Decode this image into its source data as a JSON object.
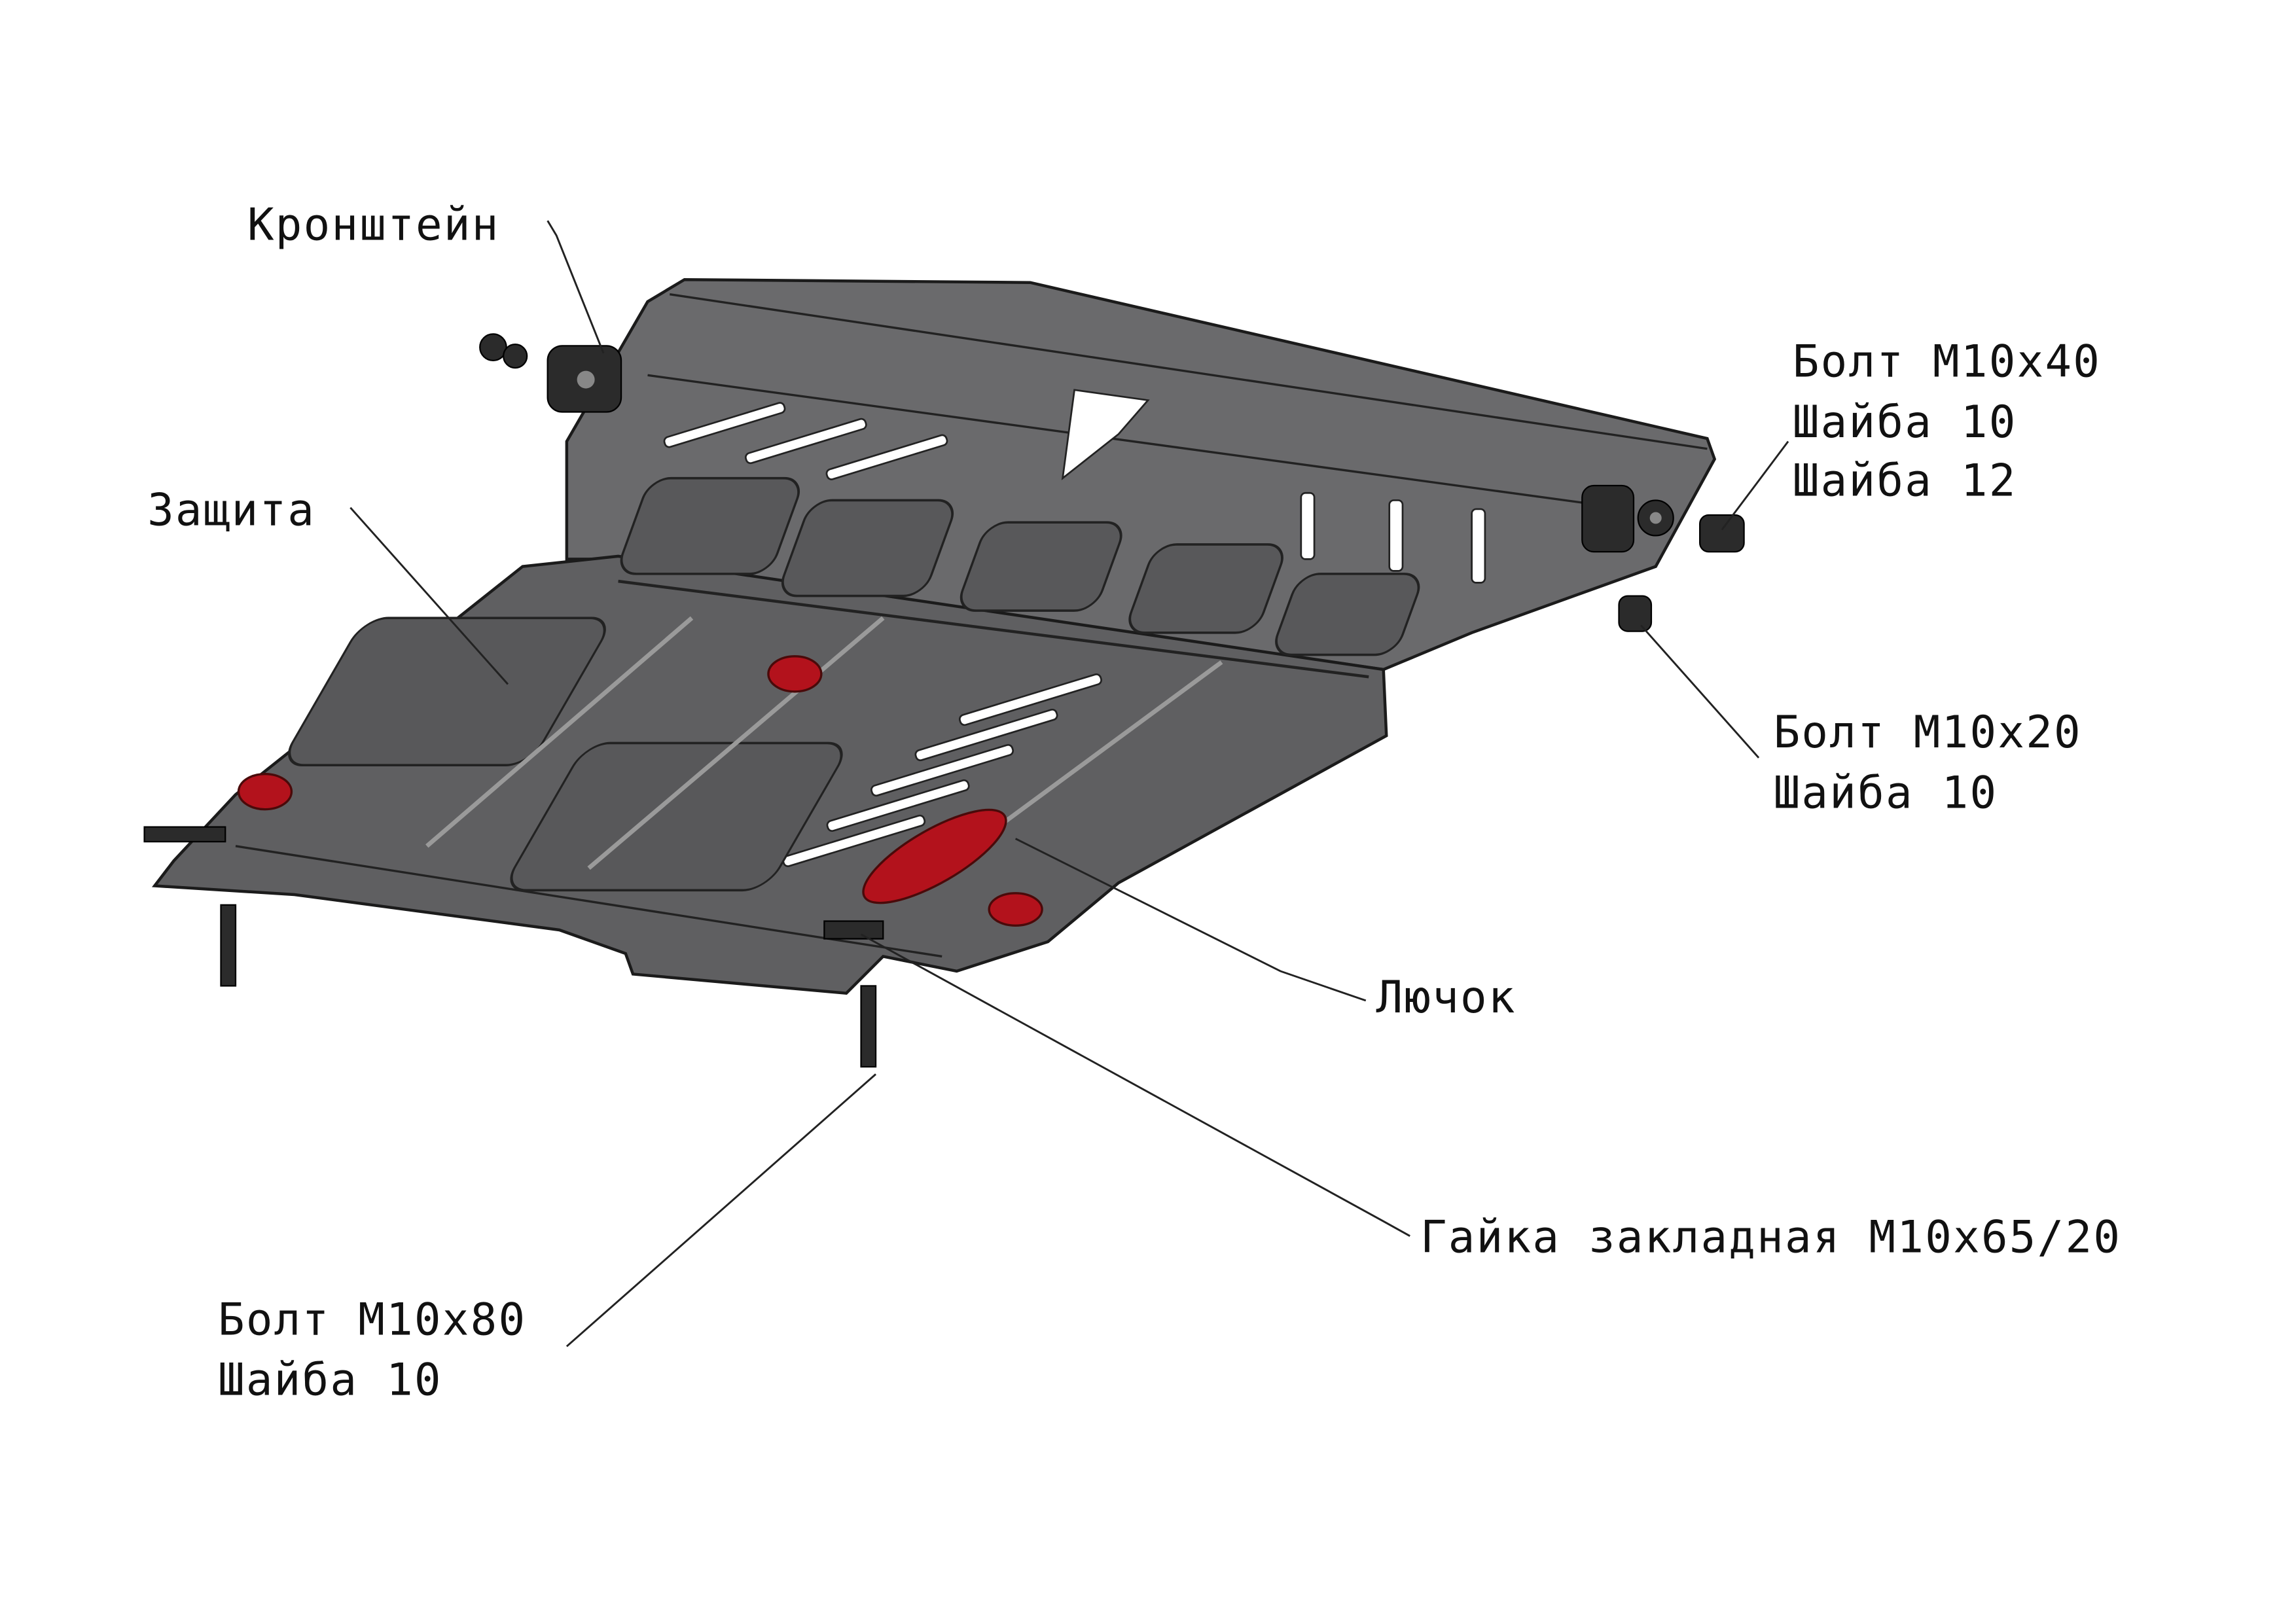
{
  "labels": {
    "bracket": "Кронштейн",
    "guard": "Защита",
    "bolt_top_right": [
      "Болт М10х40",
      "Шайба 10",
      "Шайба 12"
    ],
    "bolt_mid_right": [
      "Болт М10х20",
      "Шайба 10"
    ],
    "hatch": "Лючок",
    "insert_nut": "Гайка закладная М10х65/20",
    "bolt_bottom_left": [
      "Болт М10х80",
      "Шайба 10"
    ]
  },
  "colors": {
    "plate": "#5f5f61",
    "accent_red": "#b3121c"
  }
}
